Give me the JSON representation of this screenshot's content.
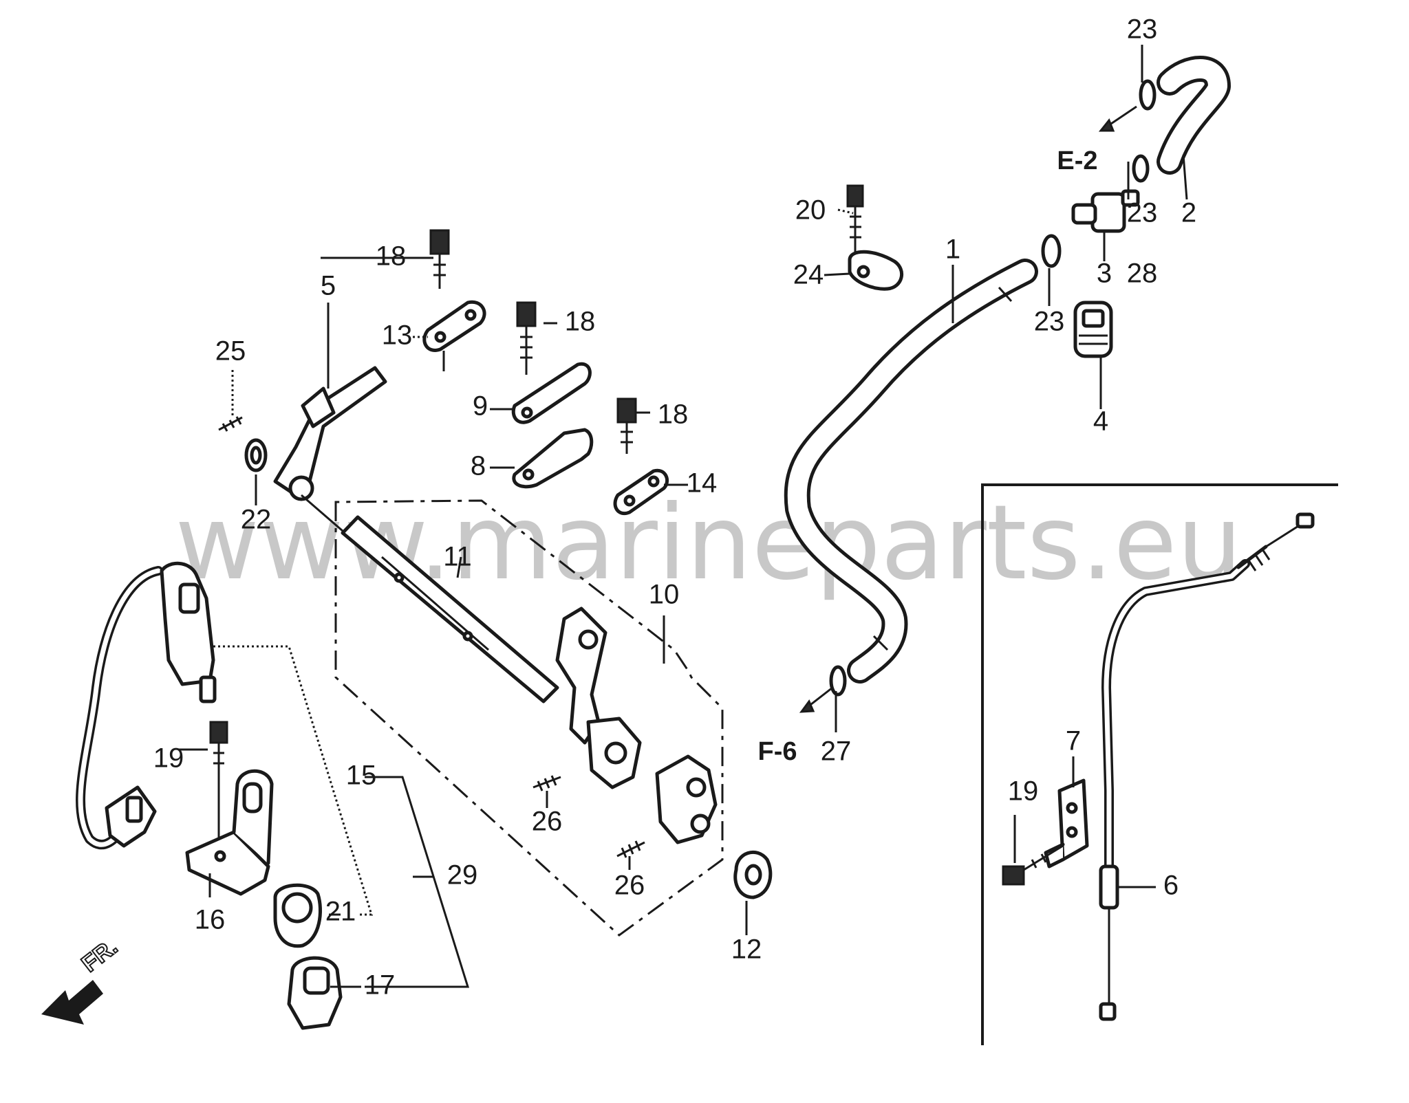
{
  "watermark": "www.marineparts.eu",
  "direction_marker": "FR.",
  "refs": {
    "e2": "E-2",
    "f6": "F-6"
  },
  "callouts": {
    "c1": "1",
    "c2": "2",
    "c3": "3",
    "c4": "4",
    "c5": "5",
    "c6": "6",
    "c7": "7",
    "c8": "8",
    "c9": "9",
    "c10": "10",
    "c11": "11",
    "c12": "12",
    "c13": "13",
    "c14": "14",
    "c15": "15",
    "c16": "16",
    "c17": "17",
    "c18a": "18",
    "c18b": "18",
    "c18c": "18",
    "c19a": "19",
    "c19b": "19",
    "c20": "20",
    "c21": "21",
    "c22": "22",
    "c23a": "23",
    "c23b": "23",
    "c23c": "23",
    "c24": "24",
    "c25": "25",
    "c26a": "26",
    "c26b": "26",
    "c27": "27",
    "c28": "28",
    "c29": "29"
  }
}
